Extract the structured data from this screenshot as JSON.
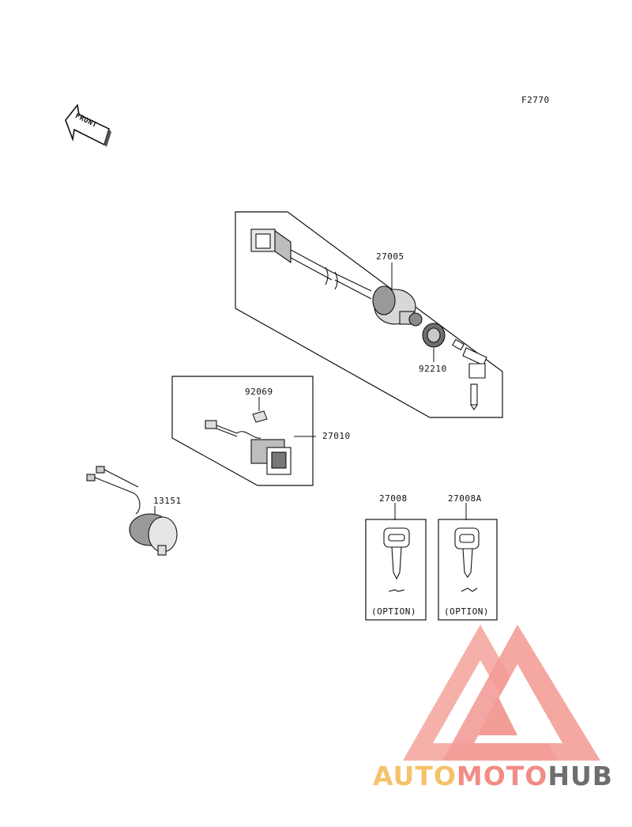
{
  "figure_code": "F2770",
  "front_label": "FRONT",
  "parts": {
    "ignition_switch": "27005",
    "cap": "92210",
    "switch_assy": "27010",
    "clip": "92069",
    "socket": "13151",
    "key_blank": "27008",
    "key_blank_a": "27008A"
  },
  "option_label": "(OPTION)",
  "watermark": {
    "part1": "AUTO",
    "part2": "MOTO",
    "part3": "HUB",
    "colors": {
      "auto": "#f5c26b",
      "moto": "#f28c86",
      "hub": "#6e6e6e",
      "logo": "#f28c86"
    }
  }
}
